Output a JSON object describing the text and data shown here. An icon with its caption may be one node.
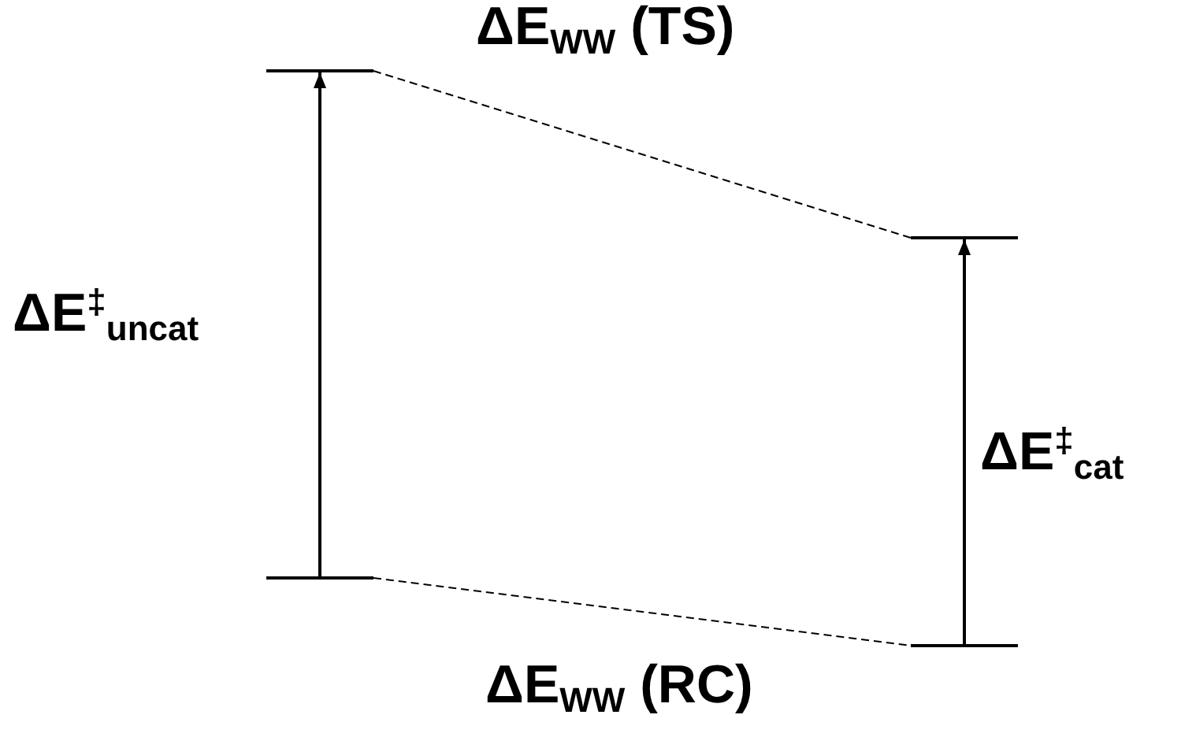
{
  "diagram": {
    "nodes": [
      {
        "text": [],
        "shape": "bar"
      },
      {
        "text": [],
        "shape": "bar"
      },
      {
        "text": [],
        "shape": "bar"
      },
      {
        "text": [],
        "shape": "bar"
      }
    ],
    "edges": [
      {
        "from": 2,
        "to": 0,
        "arrow": "to"
      },
      {
        "from": 3,
        "to": 1,
        "arrow": "to"
      },
      {
        "from": 0,
        "to": 1,
        "arrow": "none",
        "style": "dashed"
      },
      {
        "from": 2,
        "to": 3,
        "arrow": "none",
        "style": "dashed"
      }
    ],
    "labels": [
      "ΔE$_{WW}$ (TS)",
      "ΔE$^{‡}$$_{uncat}$",
      "ΔE$^{‡}$$_{cat}$",
      "ΔE$_{WW}$ (RC)"
    ]
  }
}
